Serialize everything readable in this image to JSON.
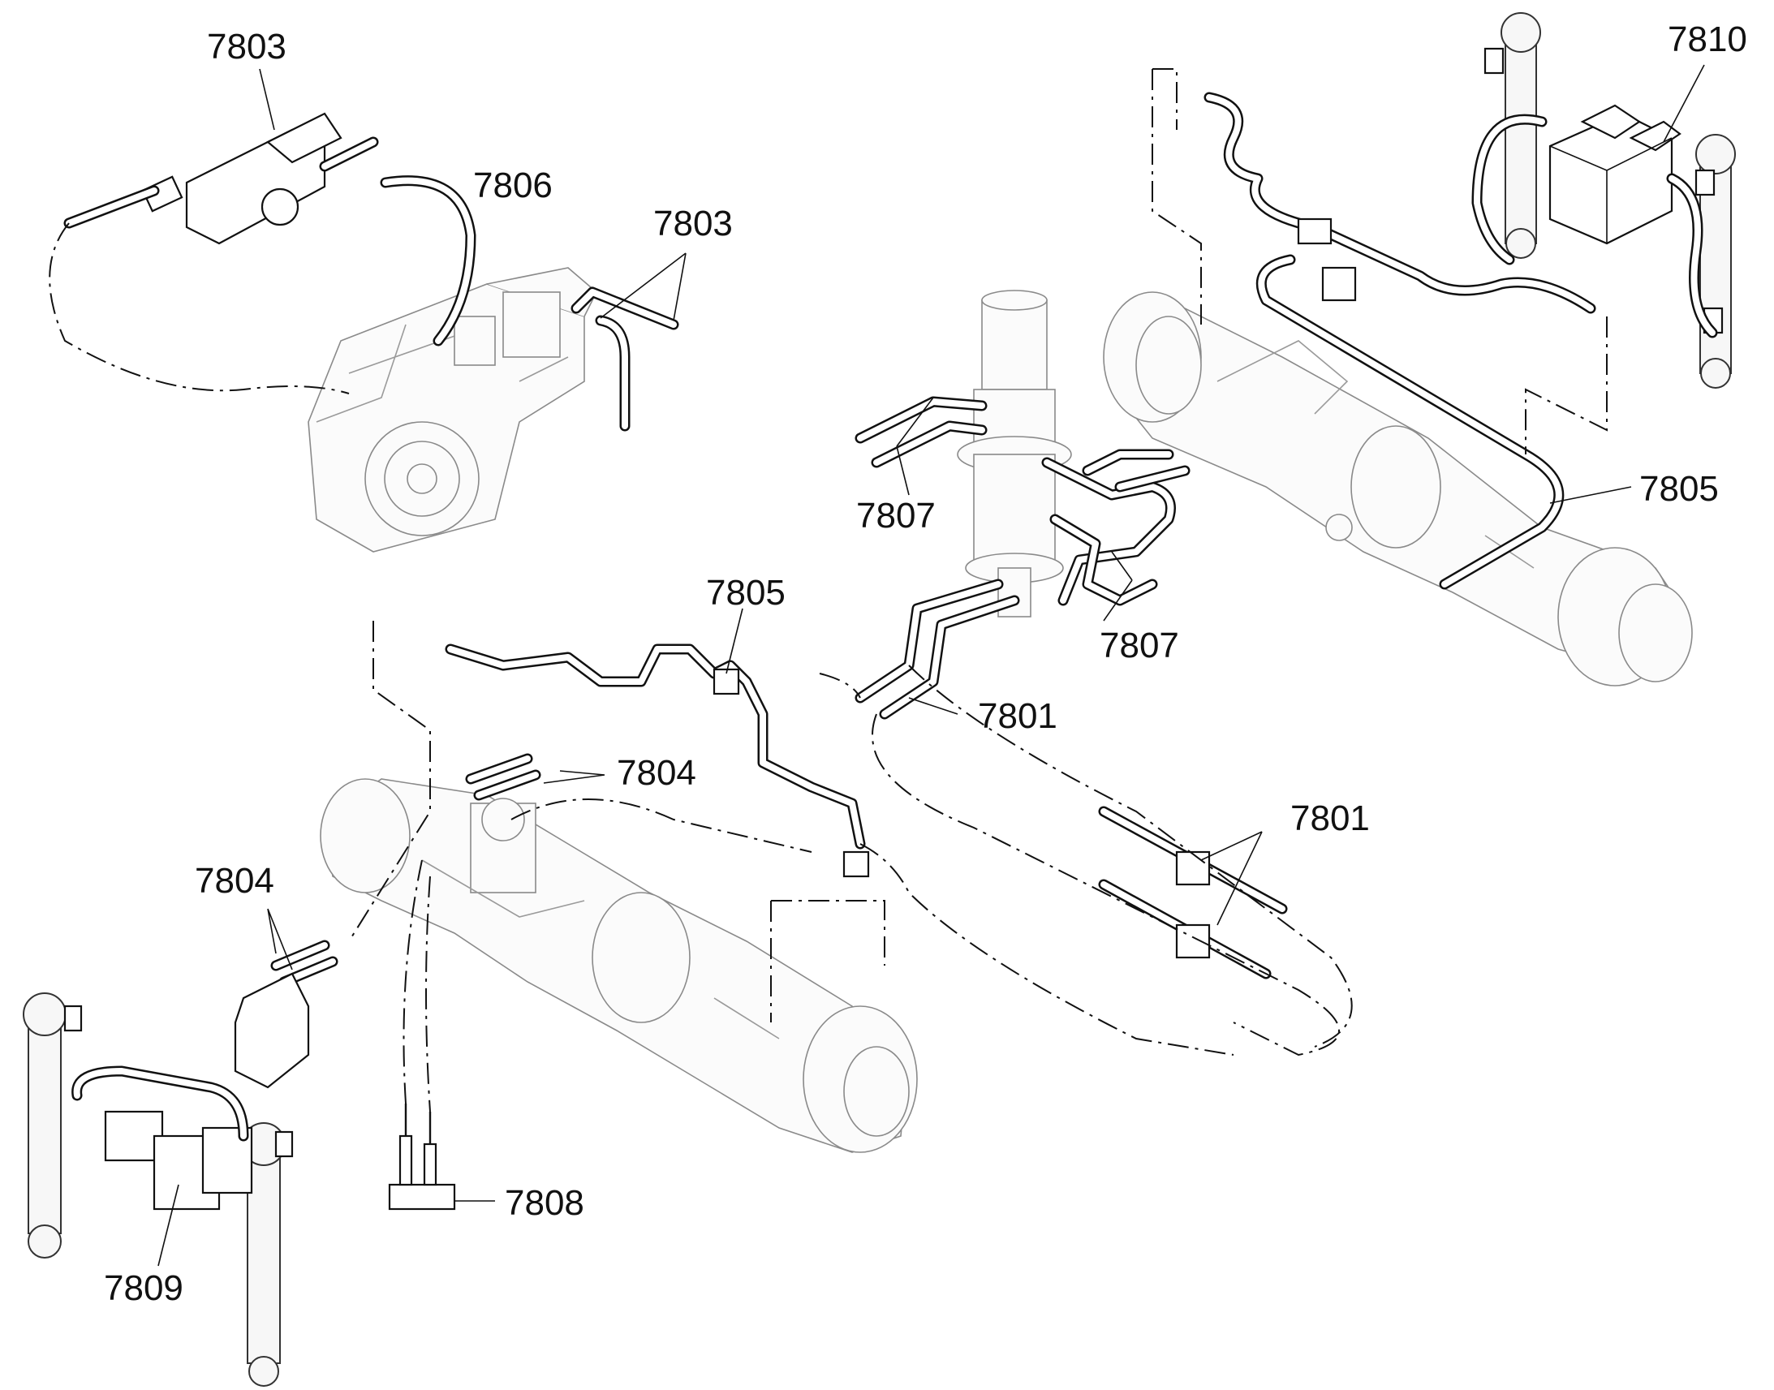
{
  "labels": {
    "l7803a": "7803",
    "l7806": "7806",
    "l7803b": "7803",
    "l7810": "7810",
    "l7807a": "7807",
    "l7805a": "7805",
    "l7807b": "7807",
    "l7805b": "7805",
    "l7801a": "7801",
    "l7804a": "7804",
    "l7801b": "7801",
    "l7804b": "7804",
    "l7808": "7808",
    "l7809": "7809"
  }
}
